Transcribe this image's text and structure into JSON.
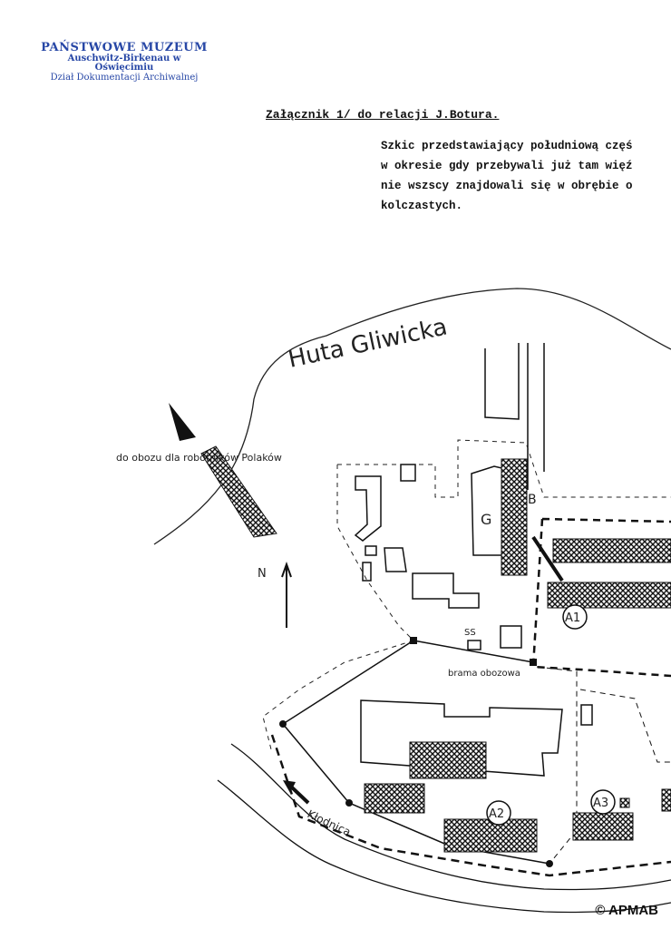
{
  "stamp": {
    "line1": "PAŃSTWOWE MUZEUM",
    "line2": "Auschwitz-Birkenau w Oświęcimiu",
    "line3": "Dział Dokumentacji Archiwalnej"
  },
  "heading": "Załącznik 1/ do relacji J.Botura.",
  "description_lines": [
    "Szkic przedstawiający południową częś",
    "w okresie gdy przebywali już tam więź",
    "nie wszscy znajdowali się w obrębie o",
    "kolczastych."
  ],
  "map_labels": {
    "huta": "Huta Gliwicka",
    "camp_direction": "do obozu dla robotników Polaków",
    "north": "N",
    "building_g": "G",
    "building_b": "B",
    "ss": "SS",
    "gate": "brama obozowa",
    "river": "Kłodnica",
    "a1": "A1",
    "a2": "A2",
    "a3": "A3"
  },
  "copyright": "© APMAB"
}
